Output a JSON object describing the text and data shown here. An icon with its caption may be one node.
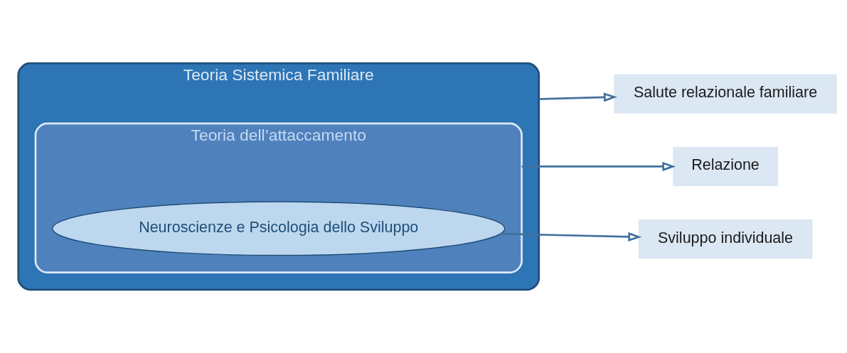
{
  "diagram": {
    "nodes": [
      {
        "text": [
          "Teoria Sistemica Familiare"
        ]
      },
      {
        "text": [
          "Teoria dell’attaccamento"
        ],
        "in": 0
      },
      {
        "text": [
          "Neuroscienze e Psicologia dello Sviluppo"
        ],
        "in": 1
      },
      {
        "text": [
          "Salute relazionale familiare"
        ]
      },
      {
        "text": [
          "Relazione"
        ]
      },
      {
        "text": [
          "Sviluppo individuale"
        ]
      }
    ],
    "edges": [
      {
        "from": 0,
        "to": 3,
        "arrow": "to"
      },
      {
        "from": 1,
        "to": 4,
        "arrow": "to"
      },
      {
        "from": 2,
        "to": 5,
        "arrow": "to"
      }
    ]
  }
}
